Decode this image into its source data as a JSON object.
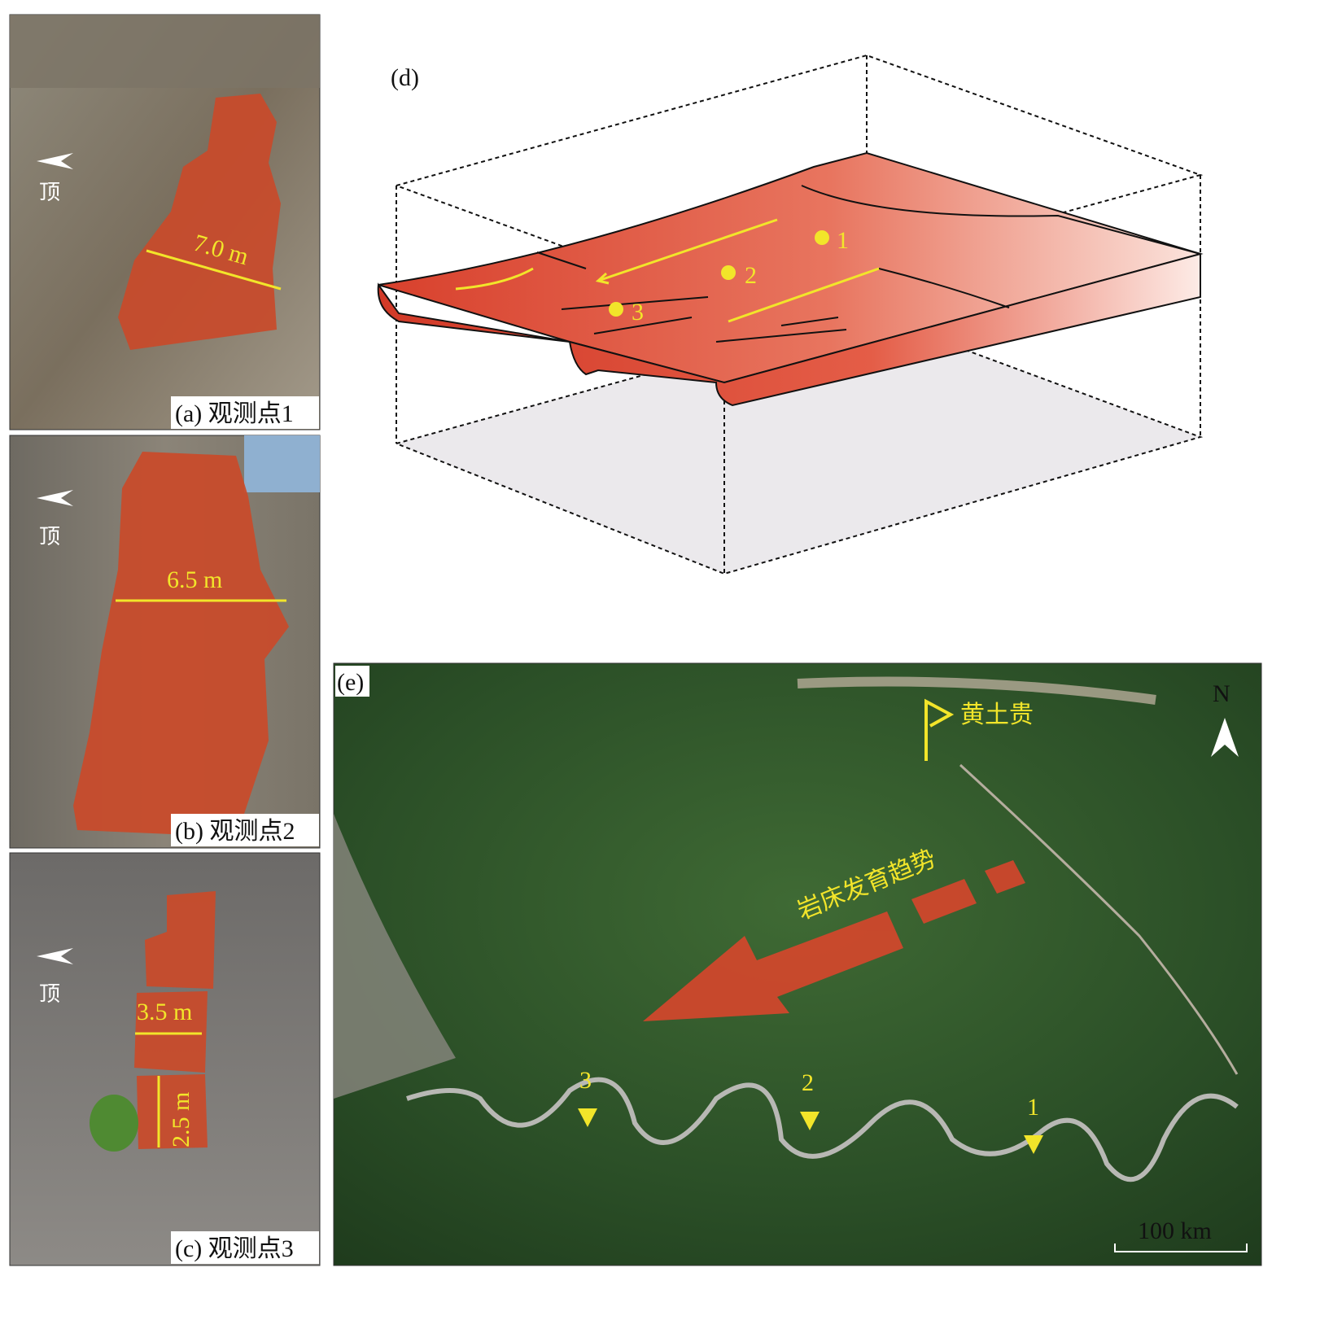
{
  "panels": {
    "a": {
      "label": "(a) 观测点1",
      "top_marker": "顶",
      "width_label": "7.0 m"
    },
    "b": {
      "label": "(b) 观测点2",
      "top_marker": "顶",
      "width_label": "6.5 m"
    },
    "c": {
      "label": "(c) 观测点3",
      "top_marker": "顶",
      "width_label": "3.5 m",
      "height_label": "2.5 m"
    },
    "d": {
      "label": "(d)",
      "points": [
        "1",
        "2",
        "3"
      ]
    },
    "e": {
      "label": "(e)",
      "place_name": "黄土贵",
      "trend_label": "岩床发育趋势",
      "north": "N",
      "scale": "100 km",
      "points": [
        "1",
        "2",
        "3"
      ]
    }
  },
  "colors": {
    "sill_red": "#d8402c",
    "annotation_yellow": "#f2e52a",
    "photo_overlay": "#c94a2a"
  }
}
